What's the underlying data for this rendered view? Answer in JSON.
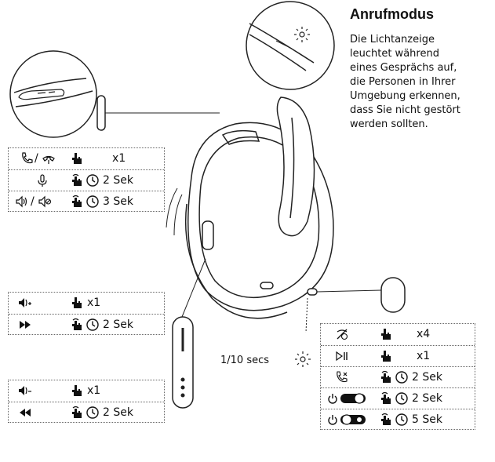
{
  "heading": "Anrufmodus",
  "description_lines": [
    "Die Lichtanzeige",
    "leuchtet während",
    "eines Gesprächs auf,",
    "die Personen in Ihrer",
    "Umgebung erkennen,",
    "dass Sie nicht gestört",
    "werden sollten."
  ],
  "call_controls": [
    {
      "press": "x1"
    },
    {
      "press": "2 Sek"
    },
    {
      "press": "3 Sek"
    }
  ],
  "volume_up_controls": [
    {
      "press": "x1"
    },
    {
      "press": "2 Sek"
    }
  ],
  "volume_down_controls": [
    {
      "press": "x1"
    },
    {
      "press": "2 Sek"
    }
  ],
  "power_controls": [
    {
      "press": "x4"
    },
    {
      "press": "x1"
    },
    {
      "press": "2 Sek"
    },
    {
      "press": "2 Sek"
    },
    {
      "press": "5 Sek"
    }
  ],
  "light_blink_label": "1/10 secs",
  "icons": {
    "phone": "phone-icon",
    "hangup": "hang-up-icon",
    "mic": "microphone-icon",
    "hand": "hand-press-icon",
    "hold": "hand-hold-icon",
    "clock": "clock-icon",
    "light": "light-indicator-icon"
  }
}
